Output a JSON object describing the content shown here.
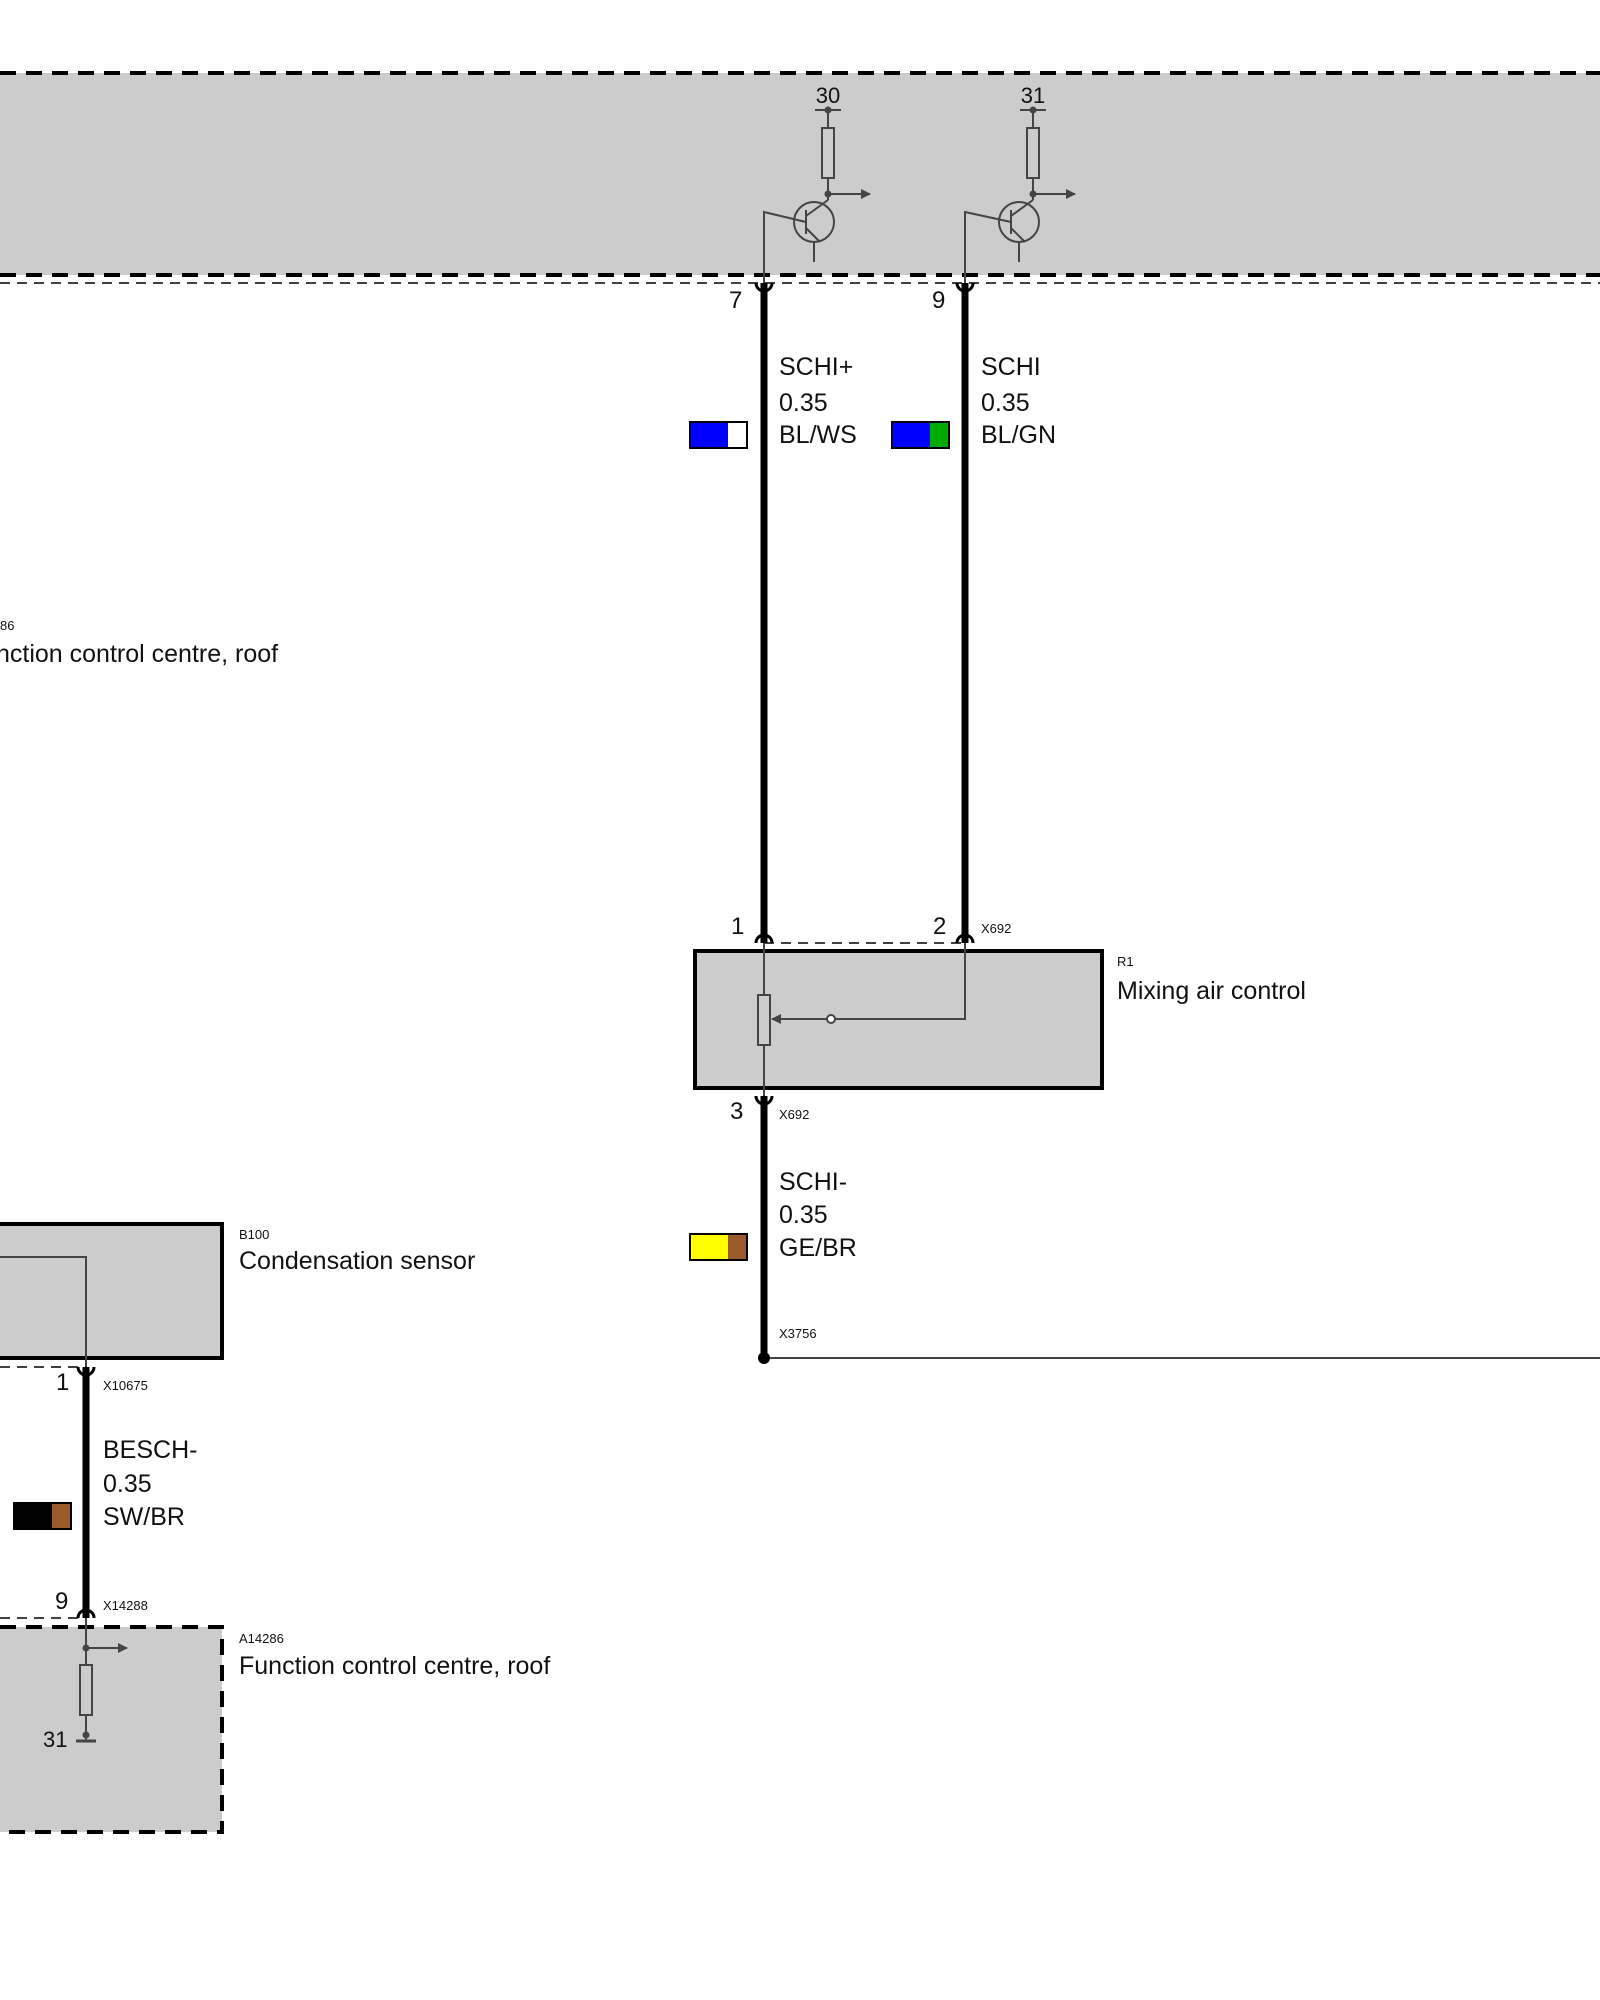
{
  "colors": {
    "module_fill": "#cccccc",
    "wire": "#000000",
    "thin_line": "#444444",
    "BL": "#0000ff",
    "WS": "#ffffff",
    "GN": "#00aa00",
    "GE": "#ffff00",
    "BR": "#9b5a2c",
    "SW": "#000000"
  },
  "top_module": {
    "label_code": "86",
    "label_name": "nction control centre, roof",
    "supply_terminals": [
      "30",
      "31"
    ],
    "pins": [
      "7",
      "9"
    ]
  },
  "wires": [
    {
      "signal": "SCHI+",
      "gauge": "0.35",
      "color_code": "BL/WS",
      "colors": [
        "BL",
        "WS"
      ]
    },
    {
      "signal": "SCHI",
      "gauge": "0.35",
      "color_code": "BL/GN",
      "colors": [
        "BL",
        "GN"
      ]
    },
    {
      "signal": "SCHI-",
      "gauge": "0.35",
      "color_code": "GE/BR",
      "colors": [
        "GE",
        "BR"
      ]
    },
    {
      "signal": "BESCH-",
      "gauge": "0.35",
      "color_code": "SW/BR",
      "colors": [
        "SW",
        "BR"
      ]
    }
  ],
  "mixing_air_control": {
    "code": "R1",
    "name": "Mixing air control",
    "connector": "X692",
    "pins": [
      "1",
      "2",
      "3"
    ]
  },
  "splice_connector": "X3756",
  "condensation_sensor": {
    "code": "B100",
    "name": "Condensation sensor",
    "connector": "X10675",
    "pin": "1"
  },
  "bottom_module": {
    "code": "A14286",
    "name": "Function control centre, roof",
    "connector": "X14288",
    "pin": "9",
    "ground_terminal": "31"
  }
}
